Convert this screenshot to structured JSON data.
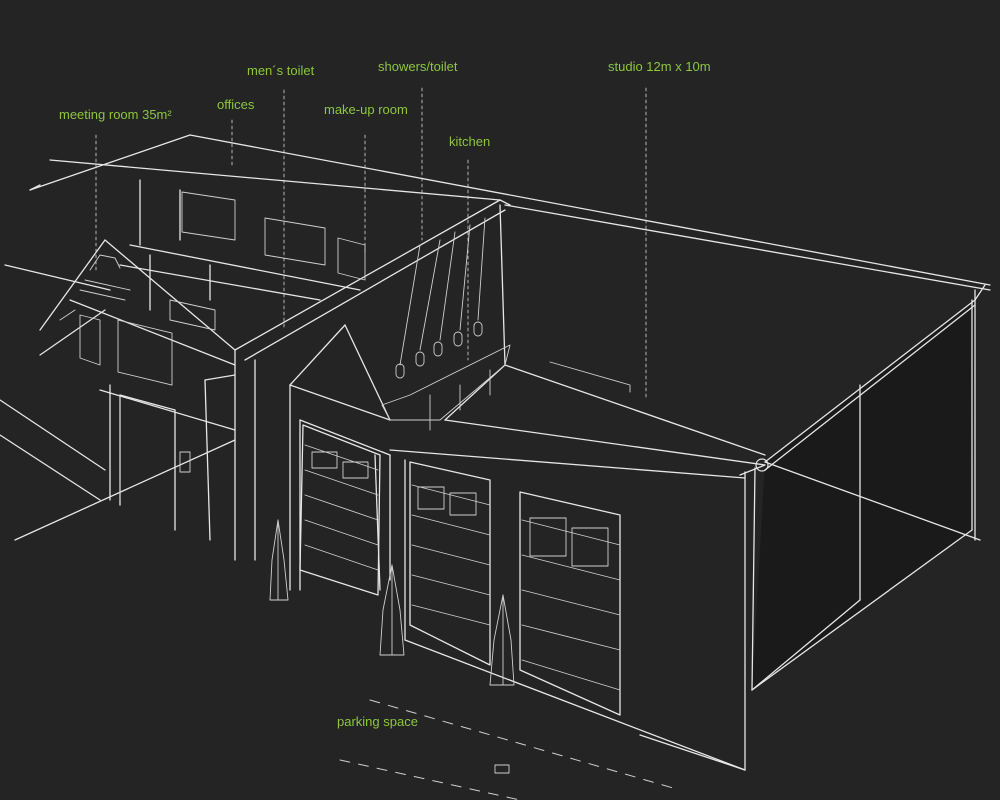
{
  "colors": {
    "background": "#242424",
    "sketch_line": "#e6e6e6",
    "label": "#8dc63f"
  },
  "labels": {
    "meeting_room": "meeting room 35m²",
    "offices": "offices",
    "mens_toilet": "men´s toilet",
    "makeup_room": "make-up room",
    "showers_toilet": "showers/toilet",
    "kitchen": "kitchen",
    "studio": "studio 12m x 10m",
    "parking": "parking space"
  }
}
